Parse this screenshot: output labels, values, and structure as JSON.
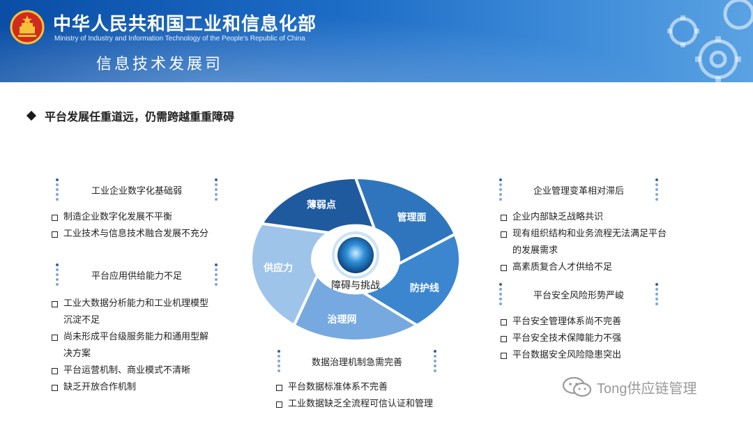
{
  "header": {
    "title": "中华人民共和国工业和信息化部",
    "subtitle": "Ministry of Industry and Information Technology of the People's Republic of China",
    "department": "信息技术发展司"
  },
  "heading": "平台发展任重道远，仍需跨越重重障碍",
  "diagram": {
    "center": "障碍与挑战",
    "segments": [
      "薄弱点",
      "管理面",
      "防护线",
      "治理网",
      "供应力"
    ],
    "colors": [
      "#1f5a9f",
      "#2e75be",
      "#3b86cf",
      "#76a9df",
      "#9ec4ea"
    ]
  },
  "groups": [
    {
      "title": "工业企业数字化基础弱",
      "items": [
        "制造企业数字化发展不平衡",
        "工业技术与信息技术融合发展不充分"
      ]
    },
    {
      "title": "平台应用供给能力不足",
      "items": [
        "工业大数据分析能力和工业机理模型\n沉淀不足",
        "尚未形成平台级服务能力和通用型解\n决方案",
        "平台运营机制、商业模式不清晰",
        "缺乏开放合作机制"
      ]
    },
    {
      "title": "企业管理变革相对滞后",
      "items": [
        "企业内部缺乏战略共识",
        "现有组织结构和业务流程无法满足平台\n的发展需求",
        "高素质复合人才供给不足"
      ]
    },
    {
      "title": "平台安全风险形势严峻",
      "items": [
        "平台安全管理体系尚不完善",
        "平台安全技术保障能力不强",
        "平台数据安全风险隐患突出"
      ]
    },
    {
      "title": "数据治理机制急需完善",
      "items": [
        "平台数据标准体系不完善",
        "工业数据缺乏全流程可信认证和管理"
      ]
    }
  ],
  "watermark": "Tong供应链管理"
}
